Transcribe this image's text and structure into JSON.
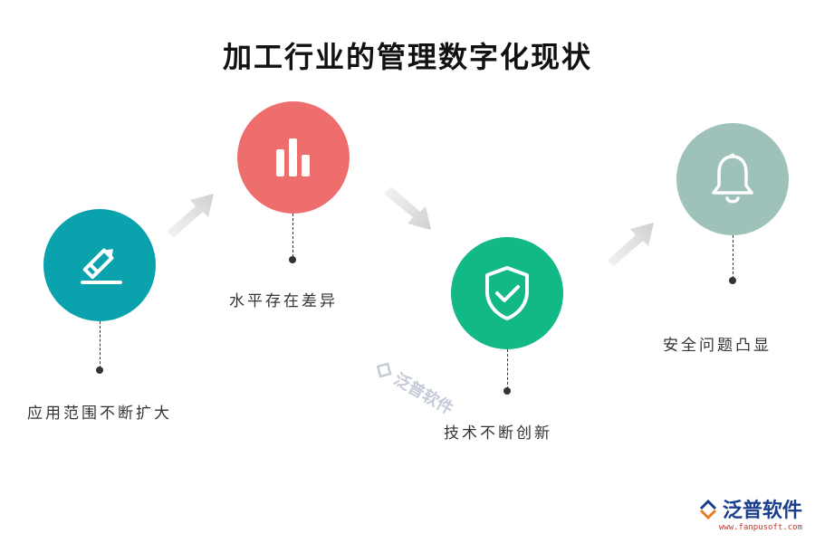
{
  "title": "加工行业的管理数字化现状",
  "steps": [
    {
      "label": "应用范围不断扩大",
      "icon": "pencil-icon",
      "color": "#0aa3ad"
    },
    {
      "label": "水平存在差异",
      "icon": "bar-chart-icon",
      "color": "#ee6e6e"
    },
    {
      "label": "技术不断创新",
      "icon": "shield-check-icon",
      "color": "#12b886"
    },
    {
      "label": "安全问题凸显",
      "icon": "bell-icon",
      "color": "#9ec1ba"
    }
  ],
  "watermark": {
    "text": "泛普软件"
  },
  "brand": {
    "name": "泛普软件",
    "url": "www.fanpusoft.com"
  }
}
